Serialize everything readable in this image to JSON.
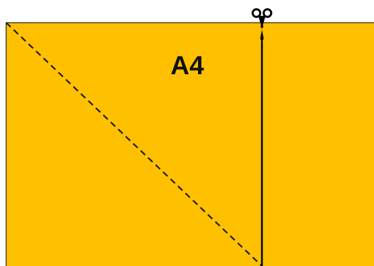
{
  "diagram": {
    "sheet_label": "A4",
    "colors": {
      "paper": "#FFC000",
      "outline": "#1a1a1a",
      "fold_line": "#1a1a1a",
      "cut_line": "#000000",
      "background": "#ffffff"
    },
    "icons": {
      "cut_marker": "scissors-icon"
    },
    "lines": {
      "fold": "dashed",
      "cut": "solid"
    }
  }
}
